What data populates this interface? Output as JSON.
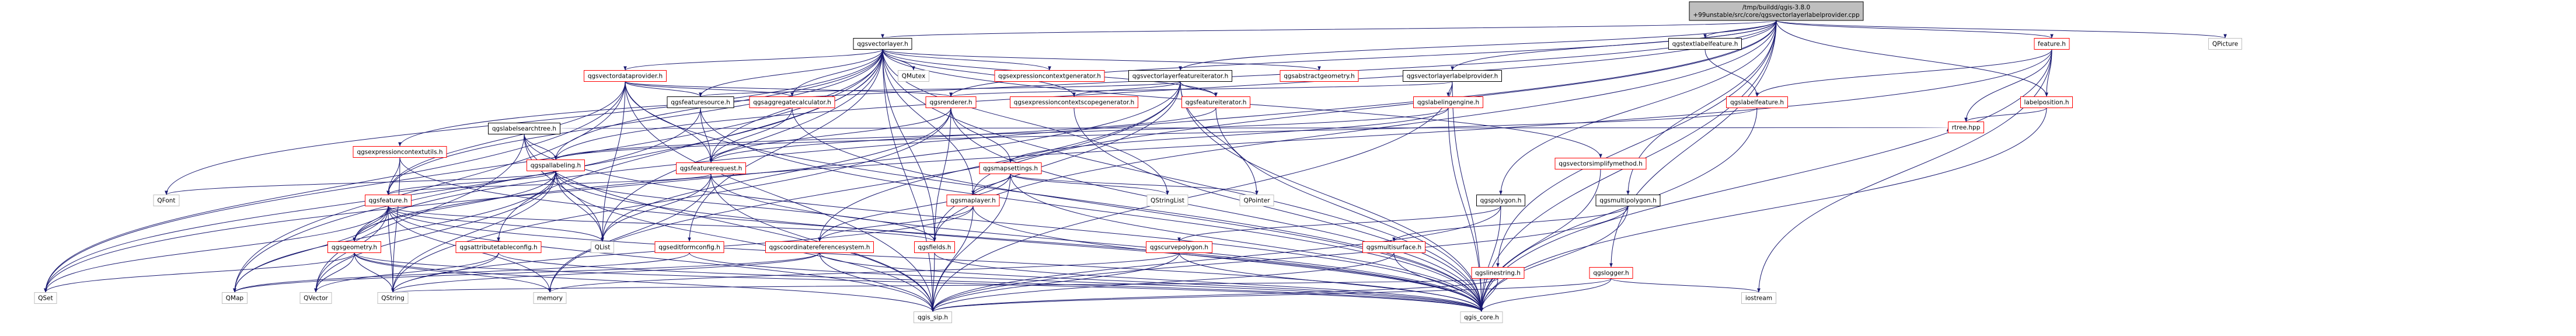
{
  "diagram": {
    "title": "/tmp/buildd/qgis-3.8.0+99unstable/src/core/qgsvectorlayerlabelprovider.cpp",
    "colors": {
      "root_fill": "#bfbfbf",
      "black_border": "#000000",
      "red_border": "#ff0000",
      "gray_border": "#bfbfbf",
      "edge": "#191970",
      "text": "#000000",
      "background": "#ffffff"
    },
    "nodes": [
      {
        "id": "root",
        "lines": [
          "/tmp/buildd/qgis-3.8.0",
          "+99unstable/src/core/qgsvectorlayerlabelprovider.cpp"
        ],
        "style": "root"
      },
      {
        "id": "qgsvectorlayer_h",
        "lines": [
          "qgsvectorlayer.h"
        ],
        "style": "black"
      },
      {
        "id": "qgsvectorlayerfeatureiterator_h",
        "lines": [
          "qgsvectorlayerfeatureiterator.h"
        ],
        "style": "black"
      },
      {
        "id": "qgsvectorlayerlabelprovider_h",
        "lines": [
          "qgsvectorlayerlabelprovider.h"
        ],
        "style": "black"
      },
      {
        "id": "qgstextlabelfeature_h",
        "lines": [
          "qgstextlabelfeature.h"
        ],
        "style": "black"
      },
      {
        "id": "feature_h",
        "lines": [
          "feature.h"
        ],
        "style": "red"
      },
      {
        "id": "QPicture",
        "lines": [
          "QPicture"
        ],
        "style": "gray"
      },
      {
        "id": "qgsvectordataprovider_h",
        "lines": [
          "qgsvectordataprovider.h"
        ],
        "style": "red"
      },
      {
        "id": "QMutex",
        "lines": [
          "QMutex"
        ],
        "style": "gray"
      },
      {
        "id": "qgsexpressioncontextgenerator_h",
        "lines": [
          "qgsexpressioncontextgenerator.h"
        ],
        "style": "red"
      },
      {
        "id": "qgsabstractgeometry_h",
        "lines": [
          "qgsabstractgeometry.h"
        ],
        "style": "red"
      },
      {
        "id": "qgsaggregatecalculator_h",
        "lines": [
          "qgsaggregatecalculator.h"
        ],
        "style": "red"
      },
      {
        "id": "qgsfeaturesource_h",
        "lines": [
          "qgsfeaturesource.h"
        ],
        "style": "black"
      },
      {
        "id": "qgslabelsearchtree_h",
        "lines": [
          "qgslabelsearchtree.h"
        ],
        "style": "black"
      },
      {
        "id": "qgsrenderer_h",
        "lines": [
          "qgsrenderer.h"
        ],
        "style": "red"
      },
      {
        "id": "qgsexpressioncontextscopegenerator_h",
        "lines": [
          "qgsexpressioncontextscopegenerator.h"
        ],
        "style": "red"
      },
      {
        "id": "qgsfeatureiterator_h",
        "lines": [
          "qgsfeatureiterator.h"
        ],
        "style": "red"
      },
      {
        "id": "qgslabelingengine_h",
        "lines": [
          "qgslabelingengine.h"
        ],
        "style": "red"
      },
      {
        "id": "qgslabelfeature_h",
        "lines": [
          "qgslabelfeature.h"
        ],
        "style": "red"
      },
      {
        "id": "labelposition_h",
        "lines": [
          "labelposition.h"
        ],
        "style": "red"
      },
      {
        "id": "qgsexpressioncontextutils_h",
        "lines": [
          "qgsexpressioncontextutils.h"
        ],
        "style": "red"
      },
      {
        "id": "qgspallabeling_h",
        "lines": [
          "qgspallabeling.h"
        ],
        "style": "red"
      },
      {
        "id": "qgsfeaturerequest_h",
        "lines": [
          "qgsfeaturerequest.h"
        ],
        "style": "red"
      },
      {
        "id": "qgsmapsettings_h",
        "lines": [
          "qgsmapsettings.h"
        ],
        "style": "red"
      },
      {
        "id": "rtree_hpp",
        "lines": [
          "rtree.hpp"
        ],
        "style": "red"
      },
      {
        "id": "qgsvectorsimplifymethod_h",
        "lines": [
          "qgsvectorsimplifymethod.h"
        ],
        "style": "red"
      },
      {
        "id": "qgspolygon_h",
        "lines": [
          "qgspolygon.h"
        ],
        "style": "black"
      },
      {
        "id": "qgsmultipolygon_h",
        "lines": [
          "qgsmultipolygon.h"
        ],
        "style": "black"
      },
      {
        "id": "QFont",
        "lines": [
          "QFont"
        ],
        "style": "gray"
      },
      {
        "id": "qgsfeature_h",
        "lines": [
          "qgsfeature.h"
        ],
        "style": "red"
      },
      {
        "id": "qgsmaplayer_h",
        "lines": [
          "qgsmaplayer.h"
        ],
        "style": "red"
      },
      {
        "id": "QStringList",
        "lines": [
          "QStringList"
        ],
        "style": "gray"
      },
      {
        "id": "QPointer",
        "lines": [
          "QPointer"
        ],
        "style": "gray"
      },
      {
        "id": "qgsgeometry_h",
        "lines": [
          "qgsgeometry.h"
        ],
        "style": "red"
      },
      {
        "id": "qgsattributetableconfig_h",
        "lines": [
          "qgsattributetableconfig.h"
        ],
        "style": "red"
      },
      {
        "id": "qgseditformconfig_h",
        "lines": [
          "qgseditformconfig.h"
        ],
        "style": "red"
      },
      {
        "id": "qgscoordinatereferencesystem_h",
        "lines": [
          "qgscoordinatereferencesystem.h"
        ],
        "style": "red"
      },
      {
        "id": "qgsfields_h",
        "lines": [
          "qgsfields.h"
        ],
        "style": "red"
      },
      {
        "id": "qgscurvepolygon_h",
        "lines": [
          "qgscurvepolygon.h"
        ],
        "style": "red"
      },
      {
        "id": "qgsmultisurface_h",
        "lines": [
          "qgsmultisurface.h"
        ],
        "style": "red"
      },
      {
        "id": "qgslinestring_h",
        "lines": [
          "qgslinestring.h"
        ],
        "style": "red"
      },
      {
        "id": "qgslogger_h",
        "lines": [
          "qgslogger.h"
        ],
        "style": "red"
      },
      {
        "id": "QList",
        "lines": [
          "QList"
        ],
        "style": "gray"
      },
      {
        "id": "QSet",
        "lines": [
          "QSet"
        ],
        "style": "gray"
      },
      {
        "id": "QMap",
        "lines": [
          "QMap"
        ],
        "style": "gray"
      },
      {
        "id": "QVector",
        "lines": [
          "QVector"
        ],
        "style": "gray"
      },
      {
        "id": "QString",
        "lines": [
          "QString"
        ],
        "style": "gray"
      },
      {
        "id": "memory",
        "lines": [
          "memory"
        ],
        "style": "gray"
      },
      {
        "id": "qgis_sip_h",
        "lines": [
          "qgis_sip.h"
        ],
        "style": "gray"
      },
      {
        "id": "qgis_core_h",
        "lines": [
          "qgis_core.h"
        ],
        "style": "gray"
      },
      {
        "id": "iostream",
        "lines": [
          "iostream"
        ],
        "style": "gray"
      }
    ],
    "edges": [
      [
        "root",
        "qgsvectorlayer_h"
      ],
      [
        "root",
        "qgsvectorlayerfeatureiterator_h"
      ],
      [
        "root",
        "qgsvectorlayerlabelprovider_h"
      ],
      [
        "root",
        "qgstextlabelfeature_h"
      ],
      [
        "root",
        "feature_h"
      ],
      [
        "root",
        "QPicture"
      ],
      [
        "root",
        "labelposition_h"
      ],
      [
        "root",
        "qgspolygon_h"
      ],
      [
        "root",
        "qgsmultipolygon_h"
      ],
      [
        "root",
        "qgslogger_h"
      ],
      [
        "root",
        "qgsgeometry_h"
      ],
      [
        "root",
        "qgsexpressioncontextutils_h"
      ],
      [
        "root",
        "qgsfields_h"
      ],
      [
        "root",
        "qgspallabeling_h"
      ],
      [
        "root",
        "qgsrenderer_h"
      ],
      [
        "root",
        "qgsmaplayer_h"
      ],
      [
        "root",
        "qgis_core_h"
      ],
      [
        "root",
        "qgslinestring_h"
      ],
      [
        "qgsvectorlayer_h",
        "qgsvectordataprovider_h"
      ],
      [
        "qgsvectorlayer_h",
        "QMutex"
      ],
      [
        "qgsvectorlayer_h",
        "qgsexpressioncontextgenerator_h"
      ],
      [
        "qgsvectorlayer_h",
        "qgsabstractgeometry_h"
      ],
      [
        "qgsvectorlayer_h",
        "qgsaggregatecalculator_h"
      ],
      [
        "qgsvectorlayer_h",
        "qgsfeaturesource_h"
      ],
      [
        "qgsvectorlayer_h",
        "qgsexpressioncontextscopegenerator_h"
      ],
      [
        "qgsvectorlayer_h",
        "qgsfeatureiterator_h"
      ],
      [
        "qgsvectorlayer_h",
        "qgsfeature_h"
      ],
      [
        "qgsvectorlayer_h",
        "qgsfeaturerequest_h"
      ],
      [
        "qgsvectorlayer_h",
        "qgsmaplayer_h"
      ],
      [
        "qgsvectorlayer_h",
        "qgsfields_h"
      ],
      [
        "qgsvectorlayer_h",
        "qgsattributetableconfig_h"
      ],
      [
        "qgsvectorlayer_h",
        "qgseditformconfig_h"
      ],
      [
        "qgsvectorlayer_h",
        "qgsvectorsimplifymethod_h"
      ],
      [
        "qgsvectorlayer_h",
        "QSet"
      ],
      [
        "qgsvectorlayer_h",
        "QList"
      ],
      [
        "qgsvectorlayer_h",
        "QStringList"
      ],
      [
        "qgsvectorlayer_h",
        "QFont"
      ],
      [
        "qgsvectorlayer_h",
        "QMap"
      ],
      [
        "qgsvectorlayer_h",
        "qgis_sip_h"
      ],
      [
        "qgsvectorlayer_h",
        "qgis_core_h"
      ],
      [
        "qgsvectorlayer_h",
        "qgspallabeling_h"
      ],
      [
        "qgsvectordataprovider_h",
        "qgsfeaturesource_h"
      ],
      [
        "qgsvectordataprovider_h",
        "qgsaggregatecalculator_h"
      ],
      [
        "qgsvectordataprovider_h",
        "qgsfeaturerequest_h"
      ],
      [
        "qgsvectordataprovider_h",
        "qgsfeature_h"
      ],
      [
        "qgsvectordataprovider_h",
        "QSet"
      ],
      [
        "qgsvectordataprovider_h",
        "QMap"
      ],
      [
        "qgsvectordataprovider_h",
        "QList"
      ],
      [
        "qgsvectordataprovider_h",
        "qgis_core_h"
      ],
      [
        "qgsvectordataprovider_h",
        "qgis_sip_h"
      ],
      [
        "qgsvectordataprovider_h",
        "qgsrenderer_h"
      ],
      [
        "qgsvectorlayerfeatureiterator_h",
        "qgsfeatureiterator_h"
      ],
      [
        "qgsvectorlayerfeatureiterator_h",
        "qgsfeaturesource_h"
      ],
      [
        "qgsvectorlayerfeatureiterator_h",
        "qgsexpressioncontextscopegenerator_h"
      ],
      [
        "qgsvectorlayerfeatureiterator_h",
        "qgsfields_h"
      ],
      [
        "qgsvectorlayerfeatureiterator_h",
        "qgscoordinatereferencesystem_h"
      ],
      [
        "qgsvectorlayerfeatureiterator_h",
        "QPointer"
      ],
      [
        "qgsvectorlayerfeatureiterator_h",
        "QSet"
      ],
      [
        "qgsvectorlayerfeatureiterator_h",
        "memory"
      ],
      [
        "qgsvectorlayerfeatureiterator_h",
        "qgis_core_h"
      ],
      [
        "qgsvectorlayerlabelprovider_h",
        "qgslabelingengine_h"
      ],
      [
        "qgsvectorlayerlabelprovider_h",
        "qgsrenderer_h"
      ],
      [
        "qgsvectorlayerlabelprovider_h",
        "qgis_core_h"
      ],
      [
        "qgsvectorlayerlabelprovider_h",
        "qgis_sip_h"
      ],
      [
        "qgstextlabelfeature_h",
        "qgslabelfeature_h"
      ],
      [
        "feature_h",
        "qgslabelfeature_h"
      ],
      [
        "feature_h",
        "labelposition_h"
      ],
      [
        "feature_h",
        "rtree_hpp"
      ],
      [
        "feature_h",
        "qgsgeometry_h"
      ],
      [
        "feature_h",
        "iostream"
      ],
      [
        "feature_h",
        "qgis_core_h"
      ],
      [
        "qgslabelingengine_h",
        "qgsmapsettings_h"
      ],
      [
        "qgslabelingengine_h",
        "qgspallabeling_h"
      ],
      [
        "qgslabelingengine_h",
        "qgis_core_h"
      ],
      [
        "qgslabelfeature_h",
        "qgspallabeling_h"
      ],
      [
        "qgslabelfeature_h",
        "qgis_core_h"
      ],
      [
        "labelposition_h",
        "rtree_hpp"
      ],
      [
        "labelposition_h",
        "qgis_core_h"
      ],
      [
        "qgslabelsearchtree_h",
        "qgspallabeling_h"
      ],
      [
        "qgslabelsearchtree_h",
        "rtree_hpp"
      ],
      [
        "qgslabelsearchtree_h",
        "QList"
      ],
      [
        "qgslabelsearchtree_h",
        "QVector"
      ],
      [
        "qgslabelsearchtree_h",
        "qgis_core_h"
      ],
      [
        "qgslabelsearchtree_h",
        "qgis_sip_h"
      ],
      [
        "qgsrenderer_h",
        "qgsfeaturerequest_h"
      ],
      [
        "qgsrenderer_h",
        "qgsfields_h"
      ],
      [
        "qgsrenderer_h",
        "qgsmapsettings_h"
      ],
      [
        "qgsrenderer_h",
        "QList"
      ],
      [
        "qgsrenderer_h",
        "QString"
      ],
      [
        "qgsrenderer_h",
        "qgis_core_h"
      ],
      [
        "qgsaggregatecalculator_h",
        "qgsfeaturerequest_h"
      ],
      [
        "qgsaggregatecalculator_h",
        "qgis_core_h"
      ],
      [
        "qgsfeaturesource_h",
        "qgsfeaturerequest_h"
      ],
      [
        "qgsfeaturesource_h",
        "QSet"
      ],
      [
        "qgsfeaturesource_h",
        "qgis_core_h"
      ],
      [
        "qgsfeatureiterator_h",
        "qgsfeaturerequest_h"
      ],
      [
        "qgsfeatureiterator_h",
        "qgis_core_h"
      ],
      [
        "qgsexpressioncontextscopegenerator_h",
        "qgis_core_h"
      ],
      [
        "qgsexpressioncontextutils_h",
        "qgsfeature_h"
      ],
      [
        "qgsexpressioncontextutils_h",
        "QString"
      ],
      [
        "qgsexpressioncontextutils_h",
        "qgis_core_h"
      ],
      [
        "qgspallabeling_h",
        "qgsfeature_h"
      ],
      [
        "qgspallabeling_h",
        "qgsgeometry_h"
      ],
      [
        "qgspallabeling_h",
        "QFont"
      ],
      [
        "qgspallabeling_h",
        "QString"
      ],
      [
        "qgspallabeling_h",
        "QList"
      ],
      [
        "qgspallabeling_h",
        "QVector"
      ],
      [
        "qgspallabeling_h",
        "qgis_core_h"
      ],
      [
        "qgspallabeling_h",
        "qgis_sip_h"
      ],
      [
        "qgspallabeling_h",
        "qgsfields_h"
      ],
      [
        "qgspallabeling_h",
        "QMap"
      ],
      [
        "qgsfeaturerequest_h",
        "qgsfeature_h"
      ],
      [
        "qgsfeaturerequest_h",
        "QList"
      ],
      [
        "qgsfeaturerequest_h",
        "memory"
      ],
      [
        "qgsfeaturerequest_h",
        "qgis_core_h"
      ],
      [
        "qgsfeaturerequest_h",
        "qgis_sip_h"
      ],
      [
        "qgsmapsettings_h",
        "qgsmaplayer_h"
      ],
      [
        "qgsmapsettings_h",
        "qgscoordinatereferencesystem_h"
      ],
      [
        "qgsmapsettings_h",
        "QStringList"
      ],
      [
        "qgsmapsettings_h",
        "QPointer"
      ],
      [
        "qgsmapsettings_h",
        "qgis_core_h"
      ],
      [
        "qgsmapsettings_h",
        "qgis_sip_h"
      ],
      [
        "qgsvectorsimplifymethod_h",
        "qgis_core_h"
      ],
      [
        "qgspolygon_h",
        "qgscurvepolygon_h"
      ],
      [
        "qgspolygon_h",
        "qgis_core_h"
      ],
      [
        "qgspolygon_h",
        "qgis_sip_h"
      ],
      [
        "qgsmultipolygon_h",
        "qgsmultisurface_h"
      ],
      [
        "qgsmultipolygon_h",
        "qgis_core_h"
      ],
      [
        "qgsmultipolygon_h",
        "qgis_sip_h"
      ],
      [
        "qgsfeature_h",
        "qgsgeometry_h"
      ],
      [
        "qgsfeature_h",
        "qgsfields_h"
      ],
      [
        "qgsfeature_h",
        "QList"
      ],
      [
        "qgsfeature_h",
        "QMap"
      ],
      [
        "qgsfeature_h",
        "QSet"
      ],
      [
        "qgsfeature_h",
        "QString"
      ],
      [
        "qgsfeature_h",
        "QVector"
      ],
      [
        "qgsfeature_h",
        "memory"
      ],
      [
        "qgsfeature_h",
        "qgis_core_h"
      ],
      [
        "qgsfeature_h",
        "qgis_sip_h"
      ],
      [
        "qgsmaplayer_h",
        "qgscoordinatereferencesystem_h"
      ],
      [
        "qgsmaplayer_h",
        "QString"
      ],
      [
        "qgsmaplayer_h",
        "qgis_core_h"
      ],
      [
        "qgsmaplayer_h",
        "qgis_sip_h"
      ],
      [
        "qgsgeometry_h",
        "QSet"
      ],
      [
        "qgsgeometry_h",
        "QString"
      ],
      [
        "qgsgeometry_h",
        "QVector"
      ],
      [
        "qgsgeometry_h",
        "memory"
      ],
      [
        "qgsgeometry_h",
        "qgis_core_h"
      ],
      [
        "qgsgeometry_h",
        "qgis_sip_h"
      ],
      [
        "qgsattributetableconfig_h",
        "QString"
      ],
      [
        "qgsattributetableconfig_h",
        "QVector"
      ],
      [
        "qgsattributetableconfig_h",
        "qgis_core_h"
      ],
      [
        "qgseditformconfig_h",
        "QMap"
      ],
      [
        "qgseditformconfig_h",
        "qgis_core_h"
      ],
      [
        "qgscoordinatereferencesystem_h",
        "QString"
      ],
      [
        "qgscoordinatereferencesystem_h",
        "QMap"
      ],
      [
        "qgscoordinatereferencesystem_h",
        "qgis_core_h"
      ],
      [
        "qgscoordinatereferencesystem_h",
        "qgis_sip_h"
      ],
      [
        "qgsfields_h",
        "qgis_core_h"
      ],
      [
        "qgsfields_h",
        "qgis_sip_h"
      ],
      [
        "qgscurvepolygon_h",
        "qgis_core_h"
      ],
      [
        "qgscurvepolygon_h",
        "qgis_sip_h"
      ],
      [
        "qgscurvepolygon_h",
        "memory"
      ],
      [
        "qgsmultisurface_h",
        "qgis_core_h"
      ],
      [
        "qgsmultisurface_h",
        "qgis_sip_h"
      ],
      [
        "qgslinestring_h",
        "qgis_core_h"
      ],
      [
        "qgslinestring_h",
        "qgis_sip_h"
      ],
      [
        "qgslinestring_h",
        "QString"
      ],
      [
        "qgslogger_h",
        "iostream"
      ],
      [
        "qgslogger_h",
        "qgis_core_h"
      ],
      [
        "qgslogger_h",
        "qgis_sip_h"
      ]
    ]
  }
}
